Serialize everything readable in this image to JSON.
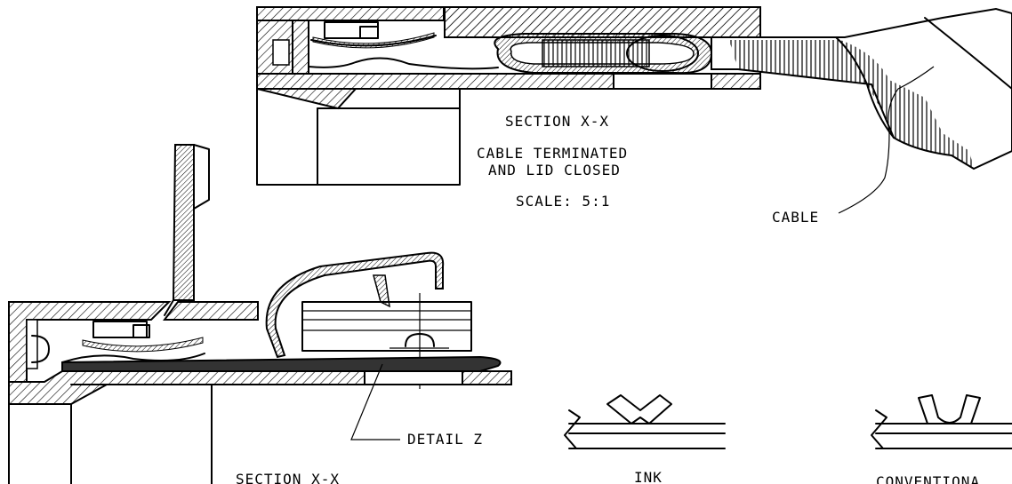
{
  "top_section": {
    "title": "SECTION X-X",
    "subtitle_line1": "CABLE TERMINATED",
    "subtitle_line2": "AND LID CLOSED",
    "scale": "SCALE: 5:1",
    "cable_label": "CABLE"
  },
  "bottom_section": {
    "detail_label": "DETAIL Z",
    "title": "SECTION X-X"
  },
  "details": {
    "ink_label": "INK",
    "conventional_label": "CONVENTIONA"
  }
}
